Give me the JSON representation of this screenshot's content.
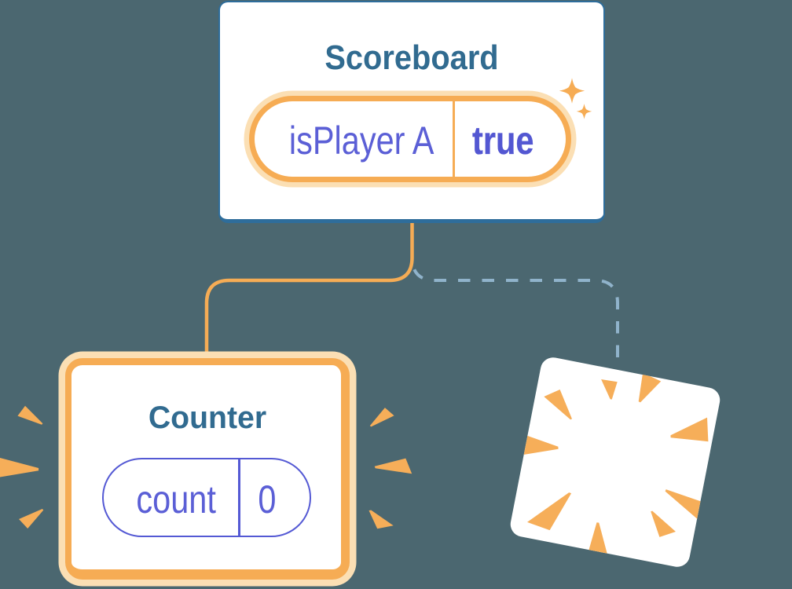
{
  "diagram": {
    "description": "React component tree diagram: Scoreboard parent keeps its prop, Counter child is kept (highlighted) while the alternate child poofs away",
    "background": "#4B6770"
  },
  "palette": {
    "card_fill": "#FFFFFF",
    "card_border_blue": "#2E6D9B",
    "title_blue": "#316B90",
    "accent_orange": "#F6AC54",
    "halo_orange": "#FBDFB4",
    "ray_orange": "#F6AE59",
    "text_purple": "#5B5FD6",
    "value_purple": "#5357D2",
    "pill_border_purple": "#5459D4",
    "dashed_line_blue": "#90B3CB"
  },
  "scoreboard": {
    "title": "Scoreboard",
    "prop": {
      "name": "isPlayer A",
      "value": "true"
    }
  },
  "counter": {
    "title": "Counter",
    "state": {
      "name": "count",
      "value": "0"
    }
  }
}
